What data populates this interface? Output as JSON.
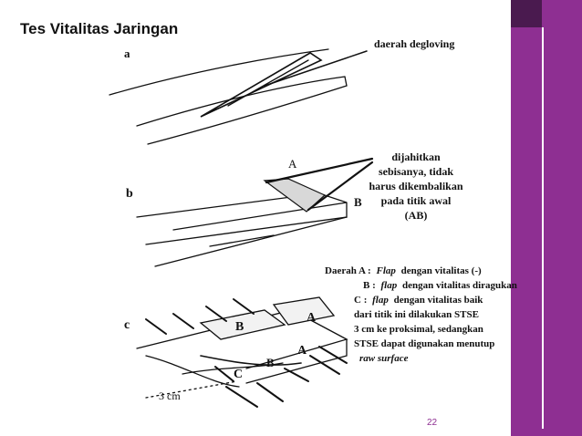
{
  "slide": {
    "title": "Tes Vitalitas Jaringan",
    "page_number": "22",
    "accent_color": "#8e2f92",
    "accent_dark_color": "#4a1a4f"
  },
  "figure": {
    "panel_a": {
      "label": "a",
      "annotation": "daerah degloving"
    },
    "panel_b": {
      "label": "b",
      "point_a": "A",
      "point_b": "B",
      "note_lines": [
        "dijahitkan",
        "sebisanya, tidak",
        "harus dikembalikan",
        "pada titik awal",
        "(AB)"
      ]
    },
    "panel_c": {
      "label": "c",
      "flap_b": "B",
      "flap_a_top": "A",
      "flap_a_lower": "A",
      "point_b_lower": "B",
      "point_c": "C",
      "scale_label": "3 cm",
      "legend": {
        "line1_prefix": "Daerah A :",
        "line1_flap": "Flap",
        "line1_rest": "dengan vitalitas (-)",
        "line2_prefix": "B :",
        "line2_flap": "flap",
        "line2_rest": "dengan vitalitas diragukan",
        "line3_prefix": "C :",
        "line3_flap": "flap",
        "line3_rest": "dengan vitalitas baik",
        "line4": "dari titik ini dilakukan STSE",
        "line5": "3 cm ke proksimal, sedangkan",
        "line6": "STSE dapat digunakan menutup",
        "line7": "raw surface"
      }
    }
  }
}
